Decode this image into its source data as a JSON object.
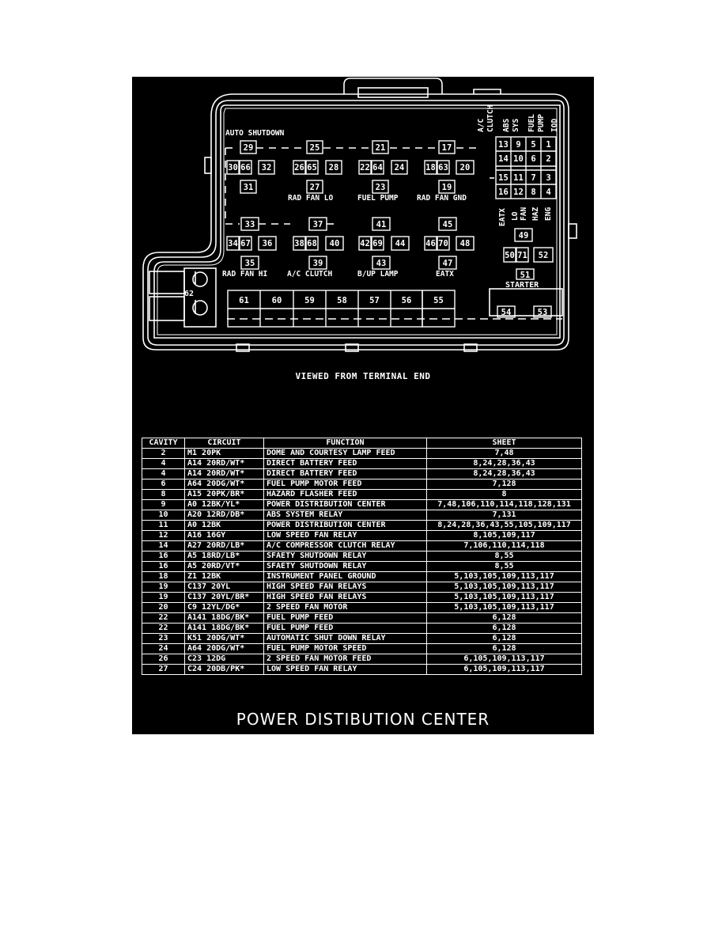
{
  "diagram": {
    "labels": {
      "auto_shutdown": "AUTO SHUTDOWN",
      "rad_fan_lo": "RAD FAN LO",
      "fuel_pump": "FUEL PUMP",
      "rad_fan_gnd": "RAD FAN GND",
      "rad_fan_hi": "RAD FAN HI",
      "ac_clutch": "A/C CLUTCH",
      "bup_lamp": "B/UP LAMP",
      "eatx": "EATX",
      "starter": "STARTER",
      "v_ac_clutch_1": "A/C",
      "v_ac_clutch_2": "CLUTCH",
      "v_abs_sys_1": "ABS",
      "v_abs_sys_2": "SYS",
      "v_fuel_pump_1": "FUEL",
      "v_fuel_pump_2": "PUMP",
      "v_iod": "IOD",
      "v_eatx": "EATX",
      "v_lo_fan_1": "LO",
      "v_lo_fan_2": "FAN",
      "v_haz": "HAZ",
      "v_eng": "ENG",
      "c62": "62"
    },
    "cavities": {
      "c1": "1",
      "c2": "2",
      "c3": "3",
      "c4": "4",
      "c5": "5",
      "c6": "6",
      "c7": "7",
      "c8": "8",
      "c9": "9",
      "c10": "10",
      "c11": "11",
      "c12": "12",
      "c13": "13",
      "c14": "14",
      "c15": "15",
      "c16": "16",
      "c17": "17",
      "c18": "18",
      "c19": "19",
      "c20": "20",
      "c21": "21",
      "c22": "22",
      "c23": "23",
      "c24": "24",
      "c25": "25",
      "c26": "26",
      "c27": "27",
      "c28": "28",
      "c29": "29",
      "c30": "30",
      "c31": "31",
      "c32": "32",
      "c33": "33",
      "c34": "34",
      "c35": "35",
      "c36": "36",
      "c37": "37",
      "c38": "38",
      "c39": "39",
      "c40": "40",
      "c41": "41",
      "c42": "42",
      "c43": "43",
      "c44": "44",
      "c45": "45",
      "c46": "46",
      "c47": "47",
      "c48": "48",
      "c49": "49",
      "c50": "50",
      "c51": "51",
      "c52": "52",
      "c53": "53",
      "c54": "54",
      "c55": "55",
      "c56": "56",
      "c57": "57",
      "c58": "58",
      "c59": "59",
      "c60": "60",
      "c61": "61",
      "c63": "63",
      "c64": "64",
      "c65": "65",
      "c66": "66",
      "c67": "67",
      "c68": "68",
      "c69": "69",
      "c70": "70",
      "c71": "71"
    }
  },
  "viewed_from": "VIEWED FROM TERMINAL END",
  "table": {
    "headers": [
      "CAVITY",
      "CIRCUIT",
      "FUNCTION",
      "SHEET"
    ],
    "rows": [
      [
        "2",
        "M1 20PK",
        "DOME AND COURTESY LAMP FEED",
        "7,48"
      ],
      [
        "4",
        "A14 20RD/WT*",
        "DIRECT BATTERY FEED",
        "8,24,28,36,43"
      ],
      [
        "4",
        "A14 20RD/WT*",
        "DIRECT BATTERY FEED",
        "8,24,28,36,43"
      ],
      [
        "6",
        "A64 20DG/WT*",
        "FUEL PUMP MOTOR FEED",
        "7,128"
      ],
      [
        "8",
        "A15 20PK/BR*",
        "HAZARD FLASHER FEED",
        "8"
      ],
      [
        "9",
        "A0 12BK/YL*",
        "POWER DISTRIBUTION CENTER",
        "7,48,106,110,114,118,128,131"
      ],
      [
        "10",
        "A20 12RD/DB*",
        "ABS SYSTEM RELAY",
        "7,131"
      ],
      [
        "11",
        "A0 12BK",
        "POWER DISTRIBUTION CENTER",
        "8,24,28,36,43,55,105,109,117"
      ],
      [
        "12",
        "A16 16GY",
        "LOW SPEED FAN RELAY",
        "8,105,109,117"
      ],
      [
        "14",
        "A27 20RD/LB*",
        "A/C COMPRESSOR CLUTCH RELAY",
        "7,106,110,114,118"
      ],
      [
        "16",
        "A5 18RD/LB*",
        "SFAETY SHUTDOWN RELAY",
        "8,55"
      ],
      [
        "16",
        "A5 20RD/VT*",
        "SFAETY SHUTDOWN RELAY",
        "8,55"
      ],
      [
        "18",
        "Z1 12BK",
        "INSTRUMENT PANEL GROUND",
        "5,103,105,109,113,117"
      ],
      [
        "19",
        "C137 20YL",
        "HIGH SPEED FAN RELAYS",
        "5,103,105,109,113,117"
      ],
      [
        "19",
        "C137 20YL/BR*",
        "HIGH SPEED FAN RELAYS",
        "5,103,105,109,113,117"
      ],
      [
        "20",
        "C9 12YL/DG*",
        "2 SPEED FAN MOTOR",
        "5,103,105,109,113,117"
      ],
      [
        "22",
        "A141 18DG/BK*",
        "FUEL PUMP FEED",
        "6,128"
      ],
      [
        "22",
        "A141 18DG/BK*",
        "FUEL PUMP FEED",
        "6,128"
      ],
      [
        "23",
        "K51 20DG/WT*",
        "AUTOMATIC SHUT DOWN RELAY",
        "6,128"
      ],
      [
        "24",
        "A64 20DG/WT*",
        "FUEL PUMP MOTOR SPEED",
        "6,128"
      ],
      [
        "26",
        "C23 12DG",
        "2 SPEED FAN MOTOR FEED",
        "6,105,109,113,117"
      ],
      [
        "27",
        "C24 20DB/PK*",
        "LOW SPEED FAN RELAY",
        "6,105,109,113,117"
      ]
    ]
  },
  "caption": "POWER DISTIBUTION CENTER"
}
